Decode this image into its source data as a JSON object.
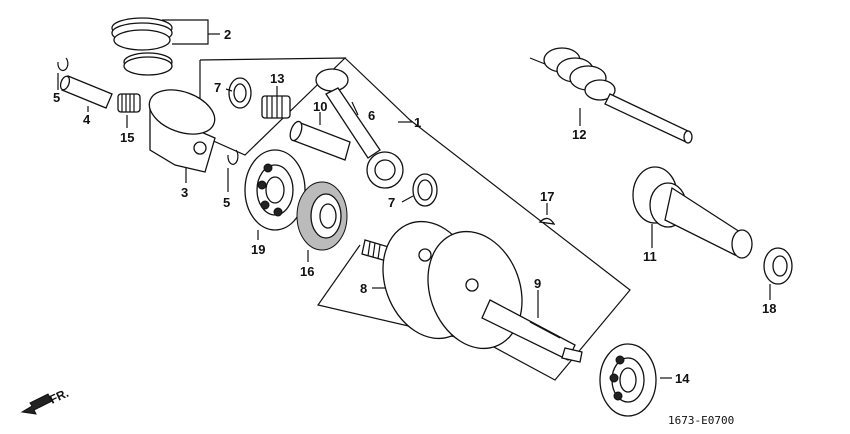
{
  "labels": {
    "l1": "1",
    "l2": "2",
    "l3": "3",
    "l4": "4",
    "l5a": "5",
    "l5b": "5",
    "l6": "6",
    "l7a": "7",
    "l7b": "7",
    "l8": "8",
    "l9": "9",
    "l10": "10",
    "l11": "11",
    "l12": "12",
    "l13": "13",
    "l14": "14",
    "l15": "15",
    "l16": "16",
    "l17": "17",
    "l18": "18",
    "l19": "19"
  },
  "diagram_code": "1673-E0700",
  "direction_label": "FR.",
  "icons": {
    "front_arrow": "arrow-down-left-icon"
  }
}
